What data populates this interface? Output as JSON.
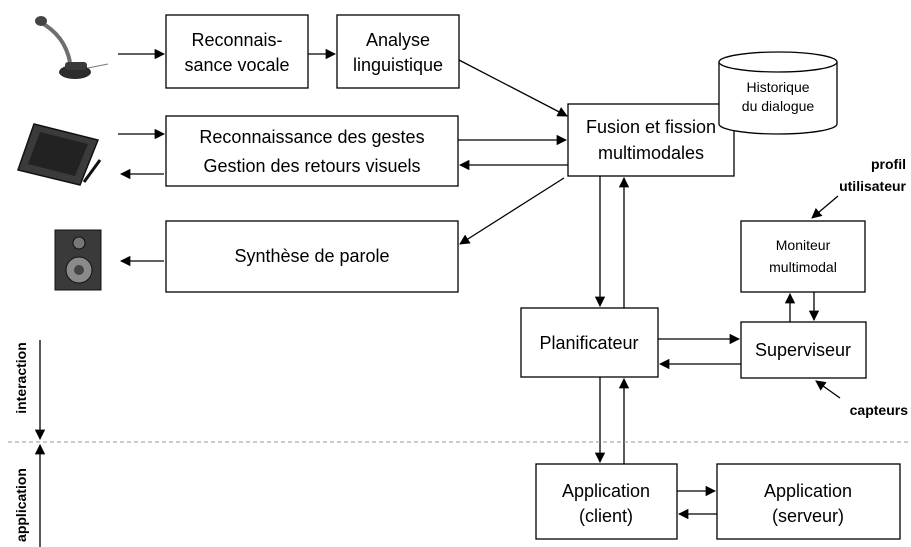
{
  "boxes": {
    "speech_recognition": [
      "Reconnais-",
      "sance vocale"
    ],
    "linguistic_analysis": [
      "Analyse",
      "linguistique"
    ],
    "gesture": [
      "Reconnaissance des gestes",
      "Gestion des retours visuels"
    ],
    "speech_synthesis": [
      "Synthèse de parole"
    ],
    "fusion": [
      "Fusion et fission",
      "multimodales"
    ],
    "history": [
      "Historique",
      "du dialogue"
    ],
    "monitor": [
      "Moniteur",
      "multimodal"
    ],
    "planner": [
      "Planificateur"
    ],
    "supervisor": [
      "Superviseur"
    ],
    "app_client": [
      "Application",
      "(client)"
    ],
    "app_server": [
      "Application",
      "(serveur)"
    ]
  },
  "annotations": {
    "profile": [
      "profil",
      "utilisateur"
    ],
    "sensors": "capteurs"
  },
  "layers": {
    "interaction": "interaction",
    "application": "application"
  },
  "icons": {
    "microphone": "microphone-icon",
    "tablet": "tablet-icon",
    "speaker": "speaker-icon"
  }
}
